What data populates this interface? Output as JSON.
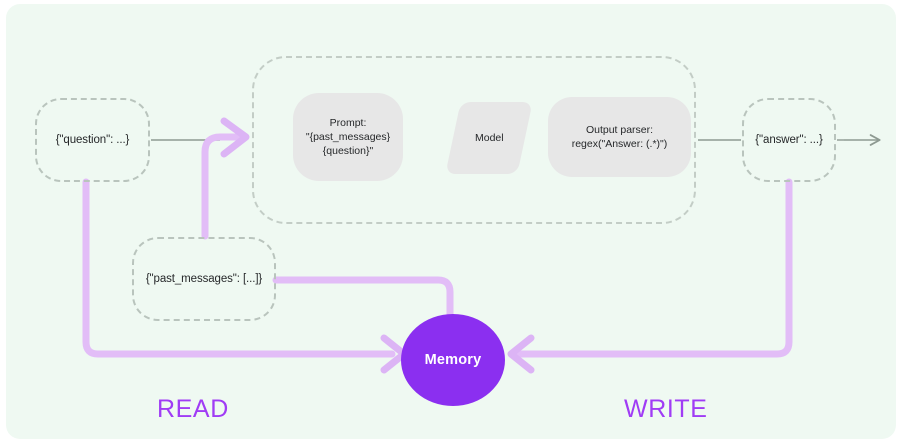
{
  "diagram": {
    "background_color": "#eff9f2",
    "accent_purple": "#8b2ff0",
    "path_purple": "#e2bdf7",
    "node_border": "#b9c4bd",
    "block_fill": "#e7e7e7"
  },
  "nodes": {
    "question": {
      "label": "{\"question\": ...}",
      "name": "question-node"
    },
    "answer": {
      "label": "{\"answer\": ...}",
      "name": "answer-node"
    },
    "past_messages": {
      "label": "{\"past_messages\": [...]}",
      "name": "past-messages-node"
    },
    "memory": {
      "label": "Memory",
      "name": "memory-node"
    }
  },
  "chain": {
    "prompt": {
      "label": "Prompt:\n\"{past_messages}\n{question}\""
    },
    "model": {
      "label": "Model"
    },
    "output_parser": {
      "label": "Output parser:\nregex(\"Answer: (.*)\")"
    }
  },
  "captions": {
    "read": "READ",
    "write": "WRITE"
  }
}
